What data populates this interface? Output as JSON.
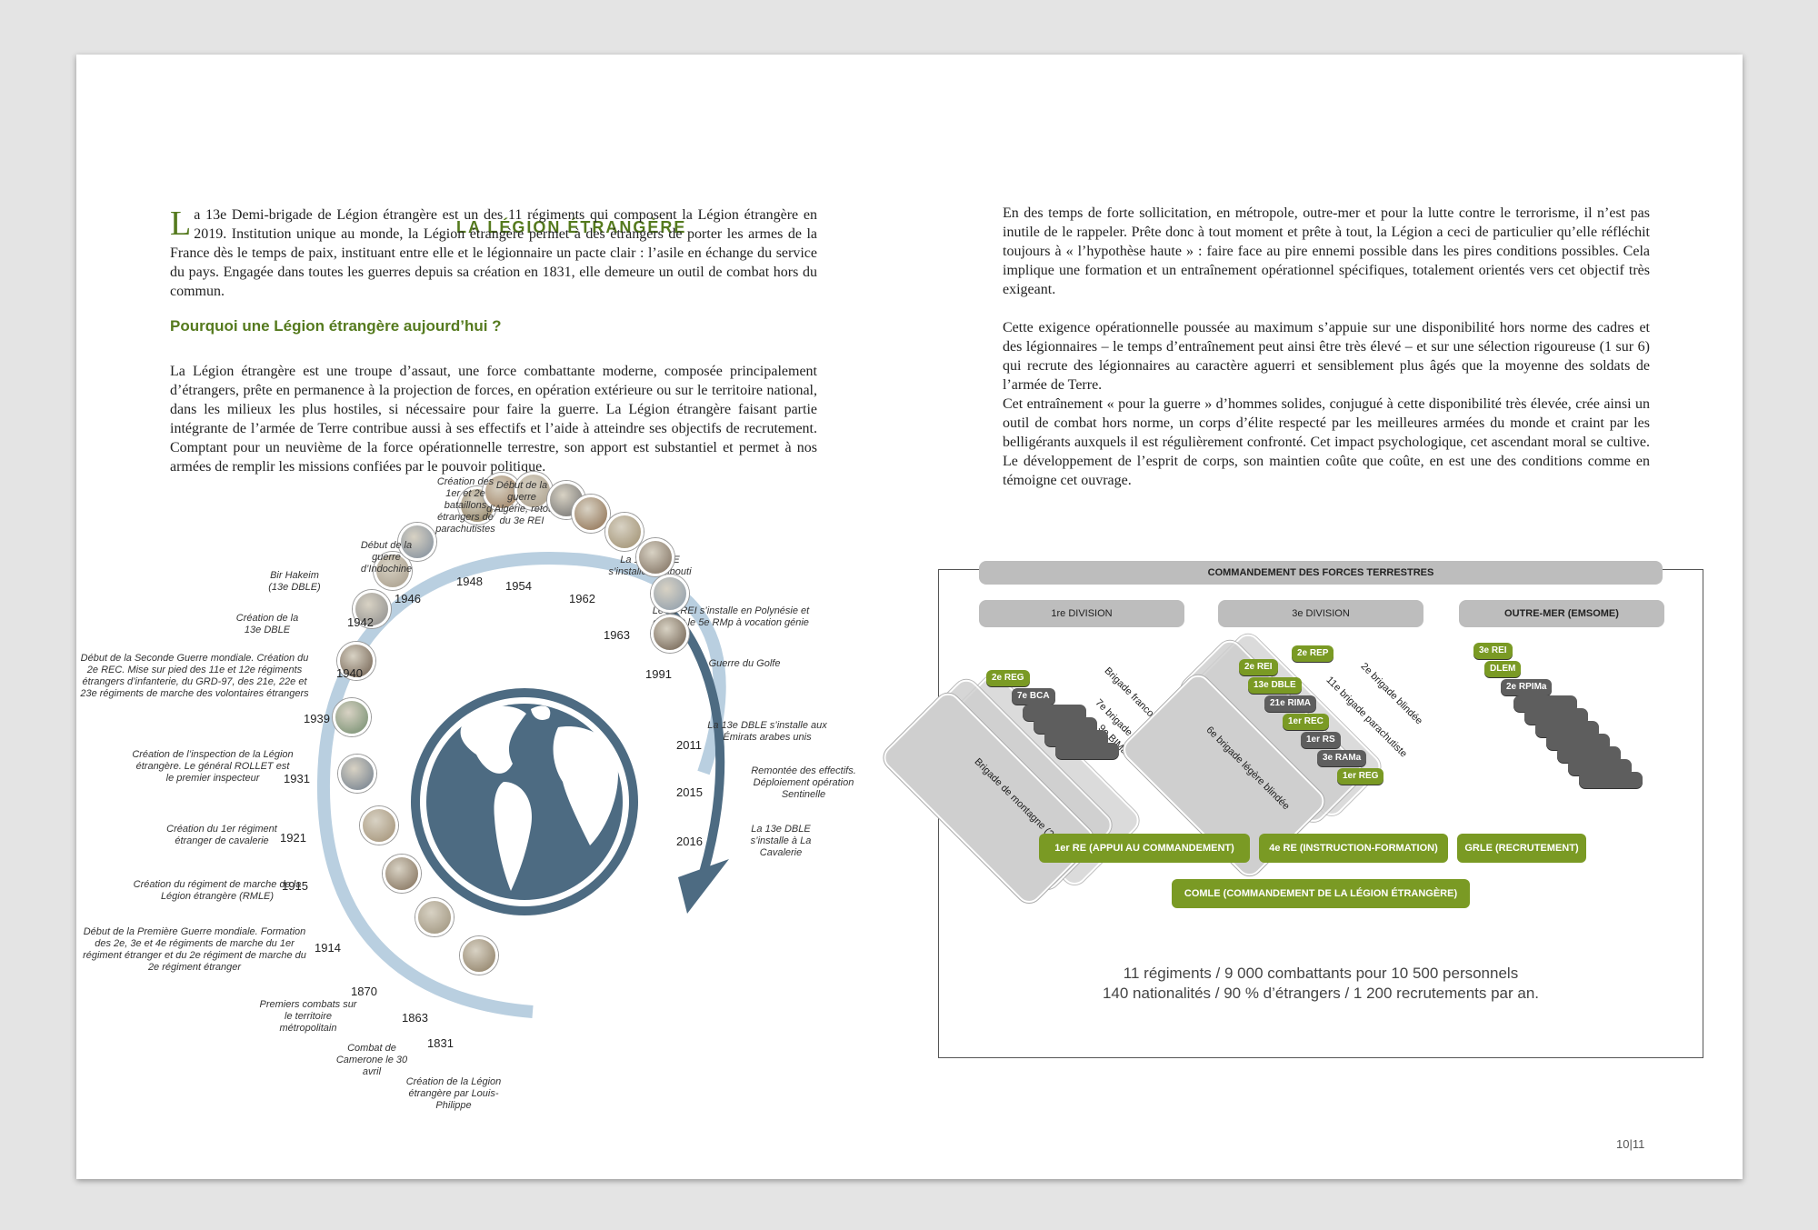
{
  "left": {
    "title": "LA LÉGION ÉTRANGÈRE",
    "intro_dropcap": "L",
    "intro": "a 13e Demi-brigade de Légion étrangère est un des 11 régiments qui composent la Légion étrangère en 2019. Institution unique au monde, la Légion étrangère permet à des étrangers de porter les armes de la France dès le temps de paix, instituant entre elle et le légionnaire un pacte clair : l’asile en échange du service du pays. Engagée dans toutes les guerres depuis sa création en 1831, elle demeure un outil de combat hors du commun.",
    "subtitle": "Pourquoi une Légion étrangère aujourd’hui ?",
    "body": "La Légion étrangère est une troupe d’assaut, une force combattante moderne, composée principalement d’étrangers, prête en permanence à la projection de forces, en opération extérieure ou sur le territoire national, dans les milieux les plus hostiles, si nécessaire pour faire la guerre. La Légion étrangère faisant partie intégrante de l’armée de Terre contribue aussi à ses effectifs et l’aide à atteindre ses objectifs de recrutement. Comptant pour un neuvième de la force opérationnelle terrestre, son apport est substantiel et permet à nos armées de remplir les missions confiées par le pouvoir politique."
  },
  "timeline": {
    "events": [
      {
        "year": "1831",
        "text": "Création de la Légion étrangère par Louis-Philippe"
      },
      {
        "year": "1863",
        "text": "Combat de Camerone le 30 avril"
      },
      {
        "year": "1870",
        "text": "Premiers combats sur le territoire métropolitain"
      },
      {
        "year": "1914",
        "text": "Début de la Première Guerre mondiale. Formation des 2e, 3e et 4e régiments de marche du 1er régiment étranger et du 2e régiment de marche du 2e régiment étranger"
      },
      {
        "year": "1915",
        "text": "Création du régiment de marche de la Légion étrangère (RMLE)"
      },
      {
        "year": "1921",
        "text": "Création du 1er régiment étranger de cavalerie"
      },
      {
        "year": "1931",
        "text": "Création de l’inspection de la Légion étrangère. Le général ROLLET est le premier inspecteur"
      },
      {
        "year": "1939",
        "text": "Début de la Seconde Guerre mondiale. Création du 2e REC. Mise sur pied des 11e et 12e régiments étrangers d’infanterie, du GRD-97, des 21e, 22e et 23e régiments de marche des volontaires étrangers"
      },
      {
        "year": "1940",
        "text": "Création de la 13e DBLE"
      },
      {
        "year": "1942",
        "text": "Bir Hakeim (13e DBLE)"
      },
      {
        "year": "1946",
        "text": "Début de la guerre d’Indochine"
      },
      {
        "year": "1948",
        "text": "Création des 1er et 2e bataillons étrangers de parachutistes"
      },
      {
        "year": "1954",
        "text": "Début de la guerre d’Algérie, retour du 3e REI"
      },
      {
        "year": "1962",
        "text": "La 13e DBLE s’installe à Djibouti"
      },
      {
        "year": "1963",
        "text": "Le 5e REI s’installe en Polynésie et devient le 5e RMp à vocation génie"
      },
      {
        "year": "1991",
        "text": "Guerre du Golfe"
      },
      {
        "year": "2011",
        "text": "La 13e DBLE s’installe aux Émirats arabes unis"
      },
      {
        "year": "2015",
        "text": "Remontée des effectifs. Déploiement opération Sentinelle"
      },
      {
        "year": "2016",
        "text": "La 13e DBLE s’installe à La Cavalerie"
      }
    ]
  },
  "right": {
    "para1": "En des temps de forte sollicitation, en métropole, outre-mer et pour la lutte contre le terrorisme, il n’est pas inutile de le rappeler. Prête donc à tout moment et prête à tout, la Légion a ceci de particulier qu’elle réfléchit toujours à « l’hypothèse haute » : faire face au pire ennemi possible dans les pires conditions possibles. Cela implique une formation et un entraînement opérationnel spécifiques, totalement orientés vers cet objectif très exigeant.",
    "para2": "Cette exigence opérationnelle poussée au maximum s’appuie sur une disponibilité hors norme des cadres et des légionnaires – le temps d’entraînement peut ainsi être très élevé – et sur une sélection rigoureuse (1 sur 6) qui recrute des légionnaires au caractère aguerri et sensiblement plus âgés que la moyenne des soldats de l’armée de Terre.",
    "para3": "Cet entraînement « pour la guerre » d’hommes solides, conjugué à cette disponibilité très élevée, crée ainsi un outil de combat hors norme, un corps d’élite respecté par les meilleures armées du monde et craint par les belligérants auxquels il est régulièrement confronté. Cet impact psychologique, cet ascendant moral se cultive. Le développement de l’esprit de corps, son maintien coûte que coûte, en est une des conditions comme en témoigne cet ouvrage."
  },
  "org": {
    "header": "COMMANDEMENT DES FORCES TERRESTRES",
    "div1": "1re DIVISION",
    "div3": "3e DIVISION",
    "outremer": "OUTRE-MER (EMSOME)",
    "div1_units": [
      "2e REG",
      "7e BCA"
    ],
    "div1_brigades": [
      "Brigade de montagne (27e BIM)",
      "Brigade franco-allemande",
      "7e brigade blindée",
      "9e BIMa"
    ],
    "div3_units": [
      "2e REP",
      "2e REI",
      "13e DBLE",
      "21e RIMA",
      "1er REC",
      "1er RS",
      "3e RAMa",
      "1er REG"
    ],
    "div3_brigades": [
      "6e brigade légère blindée",
      "11e brigade parachutiste",
      "2e brigade blindée"
    ],
    "om_units": [
      "3e REI",
      "DLEM",
      "2e RPIMa"
    ],
    "support": [
      "1er RE (APPUI AU COMMANDEMENT)",
      "4e RE (INSTRUCTION-FORMATION)",
      "GRLE (RECRUTEMENT)"
    ],
    "comle": "COMLE (COMMANDEMENT DE LA LÉGION ÉTRANGÈRE)",
    "stats1": "11 régiments / 9 000 combattants pour 10 500 personnels",
    "stats2": "140 nationalités / 90 % d’étrangers / 1 200 recrutements par an."
  },
  "page_number": "10|11",
  "colors": {
    "accent": "#557a1e",
    "pill": "#7a9a24",
    "globe": "#4d6b82",
    "arc": "#b9cfe0"
  }
}
